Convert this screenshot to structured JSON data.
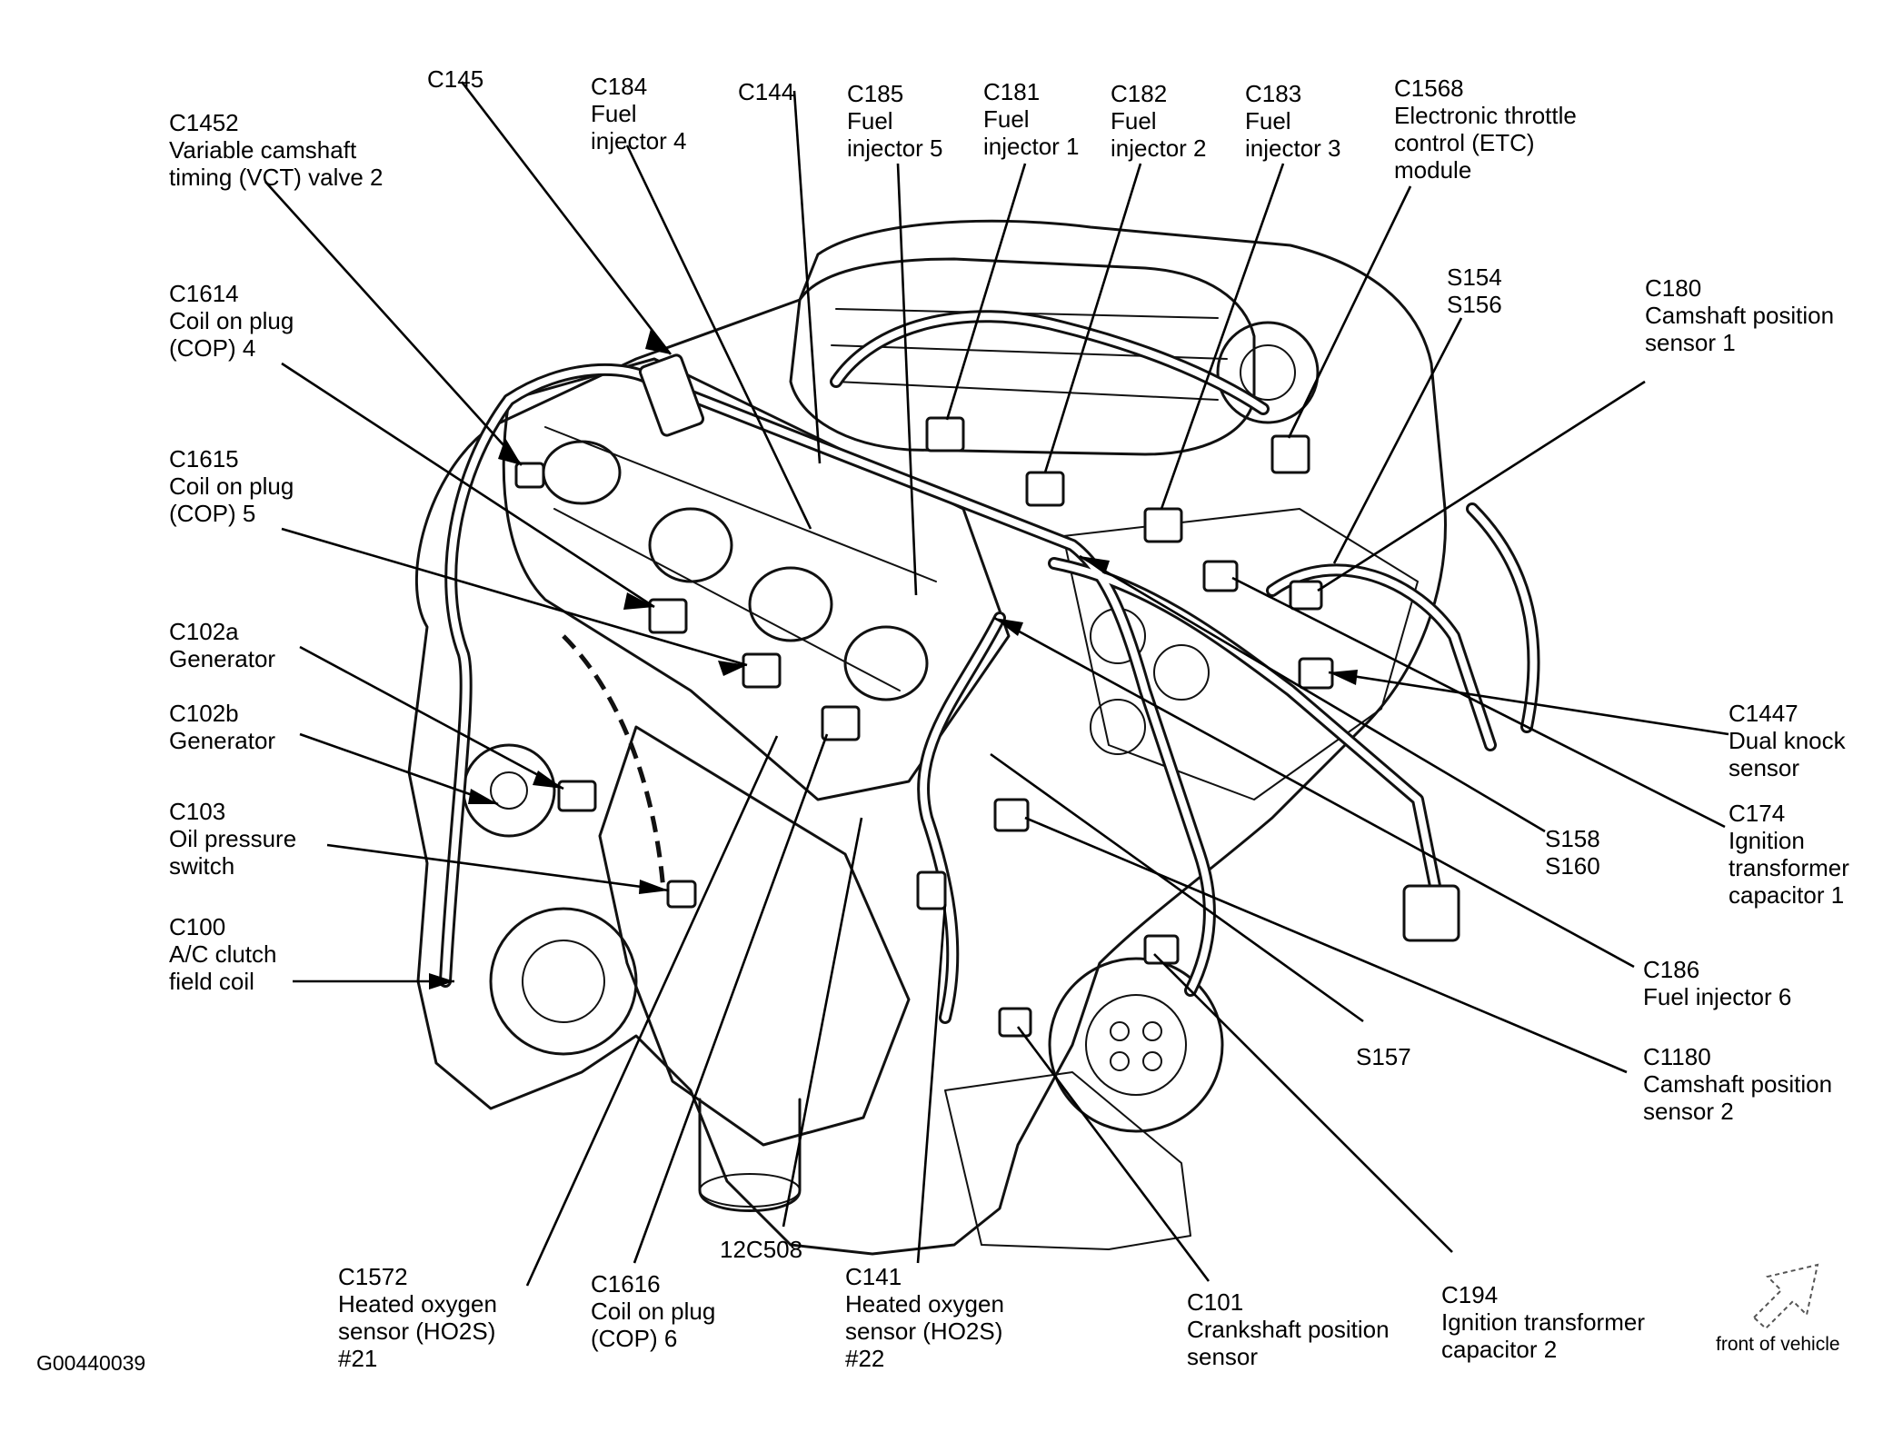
{
  "figure_id": "G00440039",
  "front_label": "front of vehicle",
  "callouts": [
    {
      "id": "c1452",
      "lines": [
        "C1452",
        "Variable camshaft",
        "timing (VCT) valve 2"
      ]
    },
    {
      "id": "c145",
      "lines": [
        "C145"
      ]
    },
    {
      "id": "c184",
      "lines": [
        "C184",
        "Fuel",
        "injector 4"
      ]
    },
    {
      "id": "c144",
      "lines": [
        "C144"
      ]
    },
    {
      "id": "c185",
      "lines": [
        "C185",
        "Fuel",
        "injector 5"
      ]
    },
    {
      "id": "c181",
      "lines": [
        "C181",
        "Fuel",
        "injector 1"
      ]
    },
    {
      "id": "c182",
      "lines": [
        "C182",
        "Fuel",
        "injector 2"
      ]
    },
    {
      "id": "c183",
      "lines": [
        "C183",
        "Fuel",
        "injector 3"
      ]
    },
    {
      "id": "c1568",
      "lines": [
        "C1568",
        "Electronic throttle",
        "control (ETC)",
        "module"
      ]
    },
    {
      "id": "s154",
      "lines": [
        "S154",
        "S156"
      ]
    },
    {
      "id": "c180",
      "lines": [
        "C180",
        "Camshaft position",
        "sensor 1"
      ]
    },
    {
      "id": "c1614",
      "lines": [
        "C1614",
        "Coil on plug",
        "(COP) 4"
      ]
    },
    {
      "id": "c1615",
      "lines": [
        "C1615",
        "Coil on plug",
        "(COP) 5"
      ]
    },
    {
      "id": "c102a",
      "lines": [
        "C102a",
        "Generator"
      ]
    },
    {
      "id": "c102b",
      "lines": [
        "C102b",
        "Generator"
      ]
    },
    {
      "id": "c103",
      "lines": [
        "C103",
        "Oil pressure",
        "switch"
      ]
    },
    {
      "id": "c100",
      "lines": [
        "C100",
        "A/C clutch",
        "field coil"
      ]
    },
    {
      "id": "c1447",
      "lines": [
        "C1447",
        "Dual knock",
        "sensor"
      ]
    },
    {
      "id": "c174",
      "lines": [
        "C174",
        "Ignition",
        "transformer",
        "capacitor 1"
      ]
    },
    {
      "id": "s158",
      "lines": [
        "S158",
        "S160"
      ]
    },
    {
      "id": "c186",
      "lines": [
        "C186",
        "Fuel injector 6"
      ]
    },
    {
      "id": "s157",
      "lines": [
        "S157"
      ]
    },
    {
      "id": "c1180",
      "lines": [
        "C1180",
        "Camshaft position",
        "sensor 2"
      ]
    },
    {
      "id": "c1572",
      "lines": [
        "C1572",
        "Heated oxygen",
        "sensor (HO2S)",
        "#21"
      ]
    },
    {
      "id": "c1616",
      "lines": [
        "C1616",
        "Coil on plug",
        "(COP) 6"
      ]
    },
    {
      "id": "p12c508",
      "lines": [
        "12C508"
      ]
    },
    {
      "id": "c141",
      "lines": [
        "C141",
        "Heated oxygen",
        "sensor (HO2S)",
        "#22"
      ]
    },
    {
      "id": "c101",
      "lines": [
        "C101",
        "Crankshaft position",
        "sensor"
      ]
    },
    {
      "id": "c194",
      "lines": [
        "C194",
        "Ignition transformer",
        "capacitor 2"
      ]
    }
  ]
}
